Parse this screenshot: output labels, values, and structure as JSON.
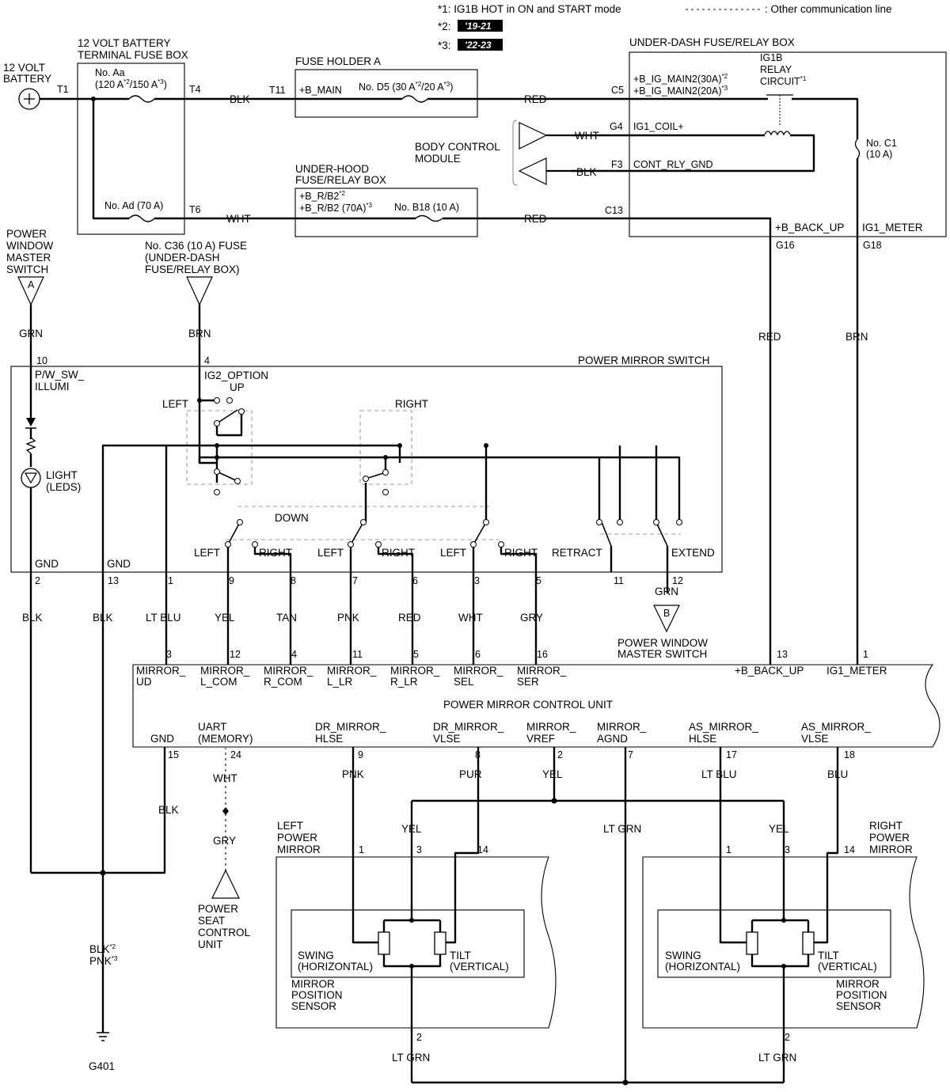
{
  "notes": {
    "n1": "*1: IG1B HOT in ON and START mode",
    "n2": "*2:",
    "n2_badge": "'19-21",
    "n3": "*3:",
    "n3_badge": "'22-23",
    "comm": ": Other communication line"
  },
  "battery": {
    "line1": "12 VOLT",
    "line2": "BATTERY",
    "t1": "T1"
  },
  "terminal_fuse_box": {
    "line1": "12 VOLT BATTERY",
    "line2": "TERMINAL FUSE BOX",
    "fuse_aa_name": "No. Aa",
    "fuse_aa_120": "(120 A",
    "fuse_aa_sep": "/150 A",
    "fuse_aa_end": ")",
    "fuse_ad": "No. Ad (70 A)",
    "t4": "T4",
    "t6": "T6"
  },
  "fuse_holder_a": {
    "title": "FUSE HOLDER A",
    "t11": "T11",
    "bmain": "+B_MAIN",
    "d5_a": "No. D5 (30 A",
    "d5_b": "/20 A",
    "d5_c": ")"
  },
  "underhood": {
    "line1": "UNDER-HOOD",
    "line2": "FUSE/RELAY BOX",
    "br1": "+B_R/B2",
    "br2": "+B_R/B2 (70A)",
    "b18": "No. B18 (10 A)"
  },
  "underdash": {
    "title": "UNDER-DASH FUSE/RELAY BOX",
    "relay1": "IG1B",
    "relay2": "RELAY",
    "relay3": "CIRCUIT",
    "c5": "C5",
    "ig30": "+B_IG_MAIN2(30A)",
    "ig20": "+B_IG_MAIN2(20A)",
    "g4": "G4",
    "coil": "IG1_COIL+",
    "f3": "F3",
    "rly_gnd": "CONT_RLY_GND",
    "c13": "C13",
    "c1_a": "No. C1",
    "c1_b": "(10 A)",
    "backup": "+B_BACK_UP",
    "ig1meter": "IG1_METER",
    "g16": "G16",
    "g18": "G18"
  },
  "bcm": {
    "line1": "BODY CONTROL",
    "line2": "MODULE"
  },
  "pw_master": {
    "line1": "POWER",
    "line2": "WINDOW",
    "line3": "MASTER",
    "line4": "SWITCH",
    "conn_a": "A"
  },
  "c36": {
    "line1": "No. C36 (10 A) FUSE",
    "line2": "(UNDER-DASH",
    "line3": "FUSE/RELAY BOX)"
  },
  "wires": {
    "blk": "BLK",
    "red": "RED",
    "wht": "WHT",
    "grn": "GRN",
    "brn": "BRN",
    "ltblu": "LT BLU",
    "yel": "YEL",
    "tan": "TAN",
    "pnk": "PNK",
    "gry": "GRY",
    "pur": "PUR",
    "blu": "BLU",
    "ltgrn": "LT GRN"
  },
  "mirror_switch": {
    "title": "POWER MIRROR SWITCH",
    "pw_illumi_1": "P/W_SW_",
    "pw_illumi_2": "ILLUMI",
    "ig2_1": "IG2_OPTION",
    "up": "UP",
    "left": "LEFT",
    "right": "RIGHT",
    "down": "DOWN",
    "retract": "RETRACT",
    "extend": "EXTEND",
    "light1": "LIGHT",
    "light2": "(LEDS)",
    "gnd": "GND",
    "pins": [
      "10",
      "4",
      "2",
      "13",
      "1",
      "9",
      "8",
      "7",
      "6",
      "3",
      "5",
      "11",
      "12"
    ],
    "conn_b": "B",
    "pwm1": "POWER WINDOW",
    "pwm2": "MASTER SWITCH"
  },
  "pmcu": {
    "title": "POWER MIRROR CONTROL UNIT",
    "top_pins": [
      "3",
      "12",
      "4",
      "11",
      "5",
      "6",
      "16",
      "13",
      "1"
    ],
    "top_labels": [
      [
        "MIRROR_",
        "UD"
      ],
      [
        "MIRROR_",
        "L_COM"
      ],
      [
        "MIRROR_",
        "R_COM"
      ],
      [
        "MIRROR_",
        "L_LR"
      ],
      [
        "MIRROR_",
        "R_LR"
      ],
      [
        "MIRROR_",
        "SEL"
      ],
      [
        "MIRROR_",
        "SER"
      ],
      [
        "+B_BACK_UP",
        ""
      ],
      [
        "IG1_METER",
        ""
      ]
    ],
    "bottom_labels": [
      [
        "GND",
        ""
      ],
      [
        "UART",
        "(MEMORY)"
      ],
      [
        "DR_MIRROR_",
        "HLSE"
      ],
      [
        "DR_MIRROR_",
        "VLSE"
      ],
      [
        "MIRROR_",
        "VREF"
      ],
      [
        "MIRROR_",
        "AGND"
      ],
      [
        "AS_MIRROR_",
        "HLSE"
      ],
      [
        "AS_MIRROR_",
        "VLSE"
      ]
    ],
    "bottom_pins": [
      "15",
      "24",
      "9",
      "8",
      "2",
      "7",
      "17",
      "18"
    ]
  },
  "seat_unit": {
    "line1": "POWER",
    "line2": "SEAT",
    "line3": "CONTROL",
    "line4": "UNIT"
  },
  "left_mirror": {
    "line1": "LEFT",
    "line2": "POWER",
    "line3": "MIRROR"
  },
  "right_mirror": {
    "line1": "RIGHT",
    "line2": "POWER",
    "line3": "MIRROR"
  },
  "mirror_pins": {
    "p1": "1",
    "p3": "3",
    "p14": "14",
    "p2": "2"
  },
  "sensor": {
    "swing1": "SWING",
    "swing2": "(HORIZONTAL)",
    "tilt1": "TILT",
    "tilt2": "(VERTICAL)",
    "mps1": "MIRROR",
    "mps2": "POSITION",
    "mps3": "SENSOR"
  },
  "ground": {
    "blk2": "BLK",
    "pnk3": "PNK",
    "name": "G401"
  },
  "marks": {
    "s1": "*1",
    "s2": "*2",
    "s3": "*3"
  }
}
